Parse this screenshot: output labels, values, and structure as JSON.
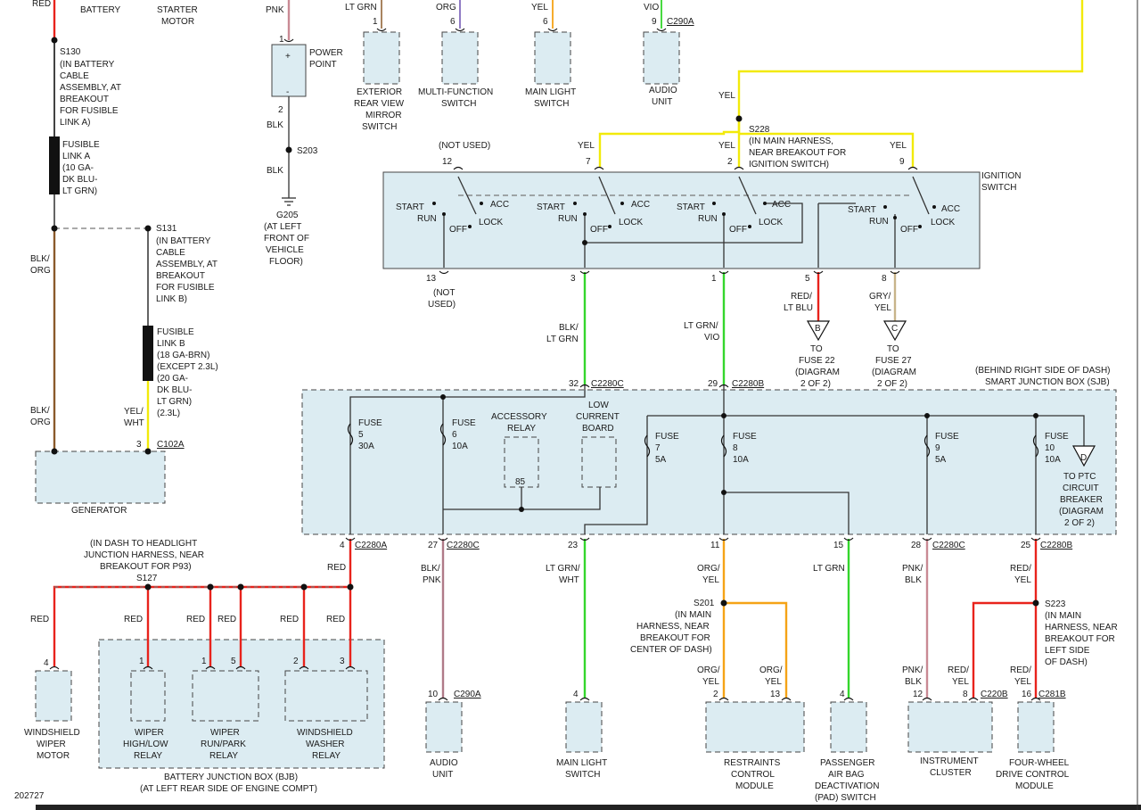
{
  "footer": {
    "diagram_id": "202727"
  },
  "top": {
    "battery": "BATTERY",
    "starter_motor": [
      "STARTER",
      "MOTOR"
    ],
    "red": "RED",
    "pnk": "PNK",
    "power_point": [
      "POWER",
      "POINT"
    ],
    "lt_grn": "LT GRN",
    "org": "ORG",
    "yel": "YEL",
    "vio": "VIO",
    "pin1": "1",
    "pin6a": "6",
    "pin6b": "6",
    "pin9": "9",
    "pin1b": "1",
    "c290a": "C290A",
    "exterior_mirror": [
      "EXTERIOR",
      "REAR VIEW",
      "MIRROR",
      "SWITCH"
    ],
    "multifunction": [
      "MULTI-FUNCTION",
      "SWITCH"
    ],
    "main_light": [
      "MAIN LIGHT",
      "SWITCH"
    ],
    "audio_unit": [
      "AUDIO",
      "UNIT"
    ]
  },
  "left": {
    "s130": [
      "S130",
      "(IN BATTERY",
      "CABLE",
      "ASSEMBLY, AT",
      "BREAKOUT",
      "FOR FUSIBLE",
      "LINK A)"
    ],
    "fusible_a": [
      "FUSIBLE",
      "LINK A",
      "(10 GA-",
      "DK BLU-",
      "LT GRN)"
    ],
    "s131": [
      "S131",
      "(IN BATTERY",
      "CABLE",
      "ASSEMBLY, AT",
      "BREAKOUT",
      "FOR FUSIBLE",
      "LINK B)"
    ],
    "fusible_b": [
      "FUSIBLE",
      "LINK B",
      "(18 GA-BRN)",
      "(EXCEPT 2.3L)",
      "(20 GA-",
      "DK BLU-",
      "LT GRN)",
      "(2.3L)"
    ],
    "blk_org_1": [
      "BLK/",
      "ORG"
    ],
    "blk_org_2": [
      "BLK/",
      "ORG"
    ],
    "yel_wht": [
      "YEL/",
      "WHT"
    ],
    "pin3": "3",
    "c102a": "C102A",
    "generator": "GENERATOR",
    "pin2": "2",
    "blk1": "BLK",
    "s203": "S203",
    "blk2": "BLK",
    "g205": [
      "G205",
      "(AT LEFT",
      "FRONT OF",
      "VEHICLE",
      "FLOOR)"
    ]
  },
  "ignition": {
    "title": [
      "IGNITION",
      "SWITCH"
    ],
    "not_used_top": "(NOT USED)",
    "not_used_bottom": [
      "(NOT",
      "USED)"
    ],
    "yel": "YEL",
    "s228": [
      "S228",
      "(IN MAIN HARNESS,",
      "NEAR BREAKOUT FOR",
      "IGNITION SWITCH)"
    ],
    "pins_top": [
      "12",
      "7",
      "2",
      "9"
    ],
    "pins_bottom": [
      "13",
      "3",
      "1",
      "5",
      "8"
    ],
    "start": "START",
    "run": "RUN",
    "off": "OFF",
    "acc": "ACC",
    "lock": "LOCK",
    "red_lt_blu": [
      "RED/",
      "LT BLU"
    ],
    "gry_yel": [
      "GRY/",
      "YEL"
    ],
    "to_fuse22": [
      "TO",
      "FUSE 22",
      "(DIAGRAM",
      "2 OF 2)"
    ],
    "to_fuse27": [
      "TO",
      "FUSE 27",
      "(DIAGRAM",
      "2 OF 2)"
    ],
    "conn_b": "B",
    "conn_c": "C"
  },
  "sjb": {
    "title": [
      "(BEHIND RIGHT SIDE OF DASH)",
      "SMART JUNCTION BOX (SJB)"
    ],
    "blk_lt_grn": [
      "BLK/",
      "LT GRN"
    ],
    "lt_grn_vio": [
      "LT GRN/",
      "VIO"
    ],
    "pin32": "32",
    "c2280c": "C2280C",
    "pin29": "29",
    "c2280b": "C2280B",
    "fuse5": [
      "FUSE",
      "5",
      "30A"
    ],
    "fuse6": [
      "FUSE",
      "6",
      "10A"
    ],
    "fuse7": [
      "FUSE",
      "7",
      "5A"
    ],
    "fuse8": [
      "FUSE",
      "8",
      "10A"
    ],
    "fuse9": [
      "FUSE",
      "9",
      "5A"
    ],
    "fuse10": [
      "FUSE",
      "10",
      "10A"
    ],
    "accessory_relay": [
      "ACCESSORY",
      "RELAY"
    ],
    "pin85": "85",
    "low_current": [
      "LOW",
      "CURRENT",
      "BOARD"
    ],
    "ptc": [
      "TO PTC",
      "CIRCUIT",
      "BREAKER",
      "(DIAGRAM",
      "2 OF 2)"
    ],
    "conn_d": "D",
    "bottom_pins": [
      "4",
      "27",
      "23",
      "11",
      "15",
      "28",
      "25"
    ],
    "c2280a": "C2280A",
    "c2280c_b": "C2280C",
    "c2280c_c": "C2280C",
    "c2280b_b": "C2280B"
  },
  "bjb": {
    "s127": [
      "(IN DASH TO HEADLIGHT",
      "JUNCTION HARNESS, NEAR",
      "BREAKOUT FOR P93)",
      "S127"
    ],
    "red": "RED",
    "pins": [
      "4",
      "1",
      "1",
      "5",
      "2",
      "3"
    ],
    "wiper_motor": [
      "WINDSHIELD",
      "WIPER",
      "MOTOR"
    ],
    "hi_low": [
      "WIPER",
      "HIGH/LOW",
      "RELAY"
    ],
    "run_park": [
      "WIPER",
      "RUN/PARK",
      "RELAY"
    ],
    "washer": [
      "WINDSHIELD",
      "WASHER",
      "RELAY"
    ],
    "title": [
      "BATTERY JUNCTION BOX (BJB)",
      "(AT LEFT REAR SIDE OF ENGINE COMPT)"
    ]
  },
  "bottom": {
    "blk_pnk": [
      "BLK/",
      "PNK"
    ],
    "lt_grn_wht": [
      "LT GRN/",
      "WHT"
    ],
    "org_yel": [
      "ORG/",
      "YEL"
    ],
    "lt_grn": "LT GRN",
    "pnk_blk": [
      "PNK/",
      "BLK"
    ],
    "red_yel": [
      "RED/",
      "YEL"
    ],
    "s201": [
      "S201",
      "(IN MAIN",
      "HARNESS, NEAR",
      "BREAKOUT FOR",
      "CENTER OF DASH)"
    ],
    "s223": [
      "S223",
      "(IN MAIN",
      "HARNESS, NEAR",
      "BREAKOUT FOR",
      "LEFT SIDE",
      "OF DASH)"
    ],
    "pin10": "10",
    "c290a": "C290A",
    "pin4a": "4",
    "pin2": "2",
    "pin13": "13",
    "pin4b": "4",
    "pin12": "12",
    "pin8": "8",
    "c220b": "C220B",
    "pin16": "16",
    "c281b": "C281B",
    "audio_unit": [
      "AUDIO",
      "UNIT"
    ],
    "main_light": [
      "MAIN LIGHT",
      "SWITCH"
    ],
    "rcm": [
      "RESTRAINTS",
      "CONTROL",
      "MODULE"
    ],
    "pad": [
      "PASSENGER",
      "AIR BAG",
      "DEACTIVATION",
      "(PAD) SWITCH"
    ],
    "cluster": [
      "INSTRUMENT",
      "CLUSTER"
    ],
    "fwd": [
      "FOUR-WHEEL",
      "DRIVE CONTROL",
      "MODULE"
    ]
  },
  "colors": {
    "red": "#e8231c",
    "yellow": "#f2ea0a",
    "green": "#34d62c",
    "orange": "#f5a316",
    "brown": "#8a5a2b",
    "pink": "#c98a94",
    "purple": "#7b4fc4",
    "tan": "#c8b48a",
    "box_fill": "#dcecf2"
  }
}
